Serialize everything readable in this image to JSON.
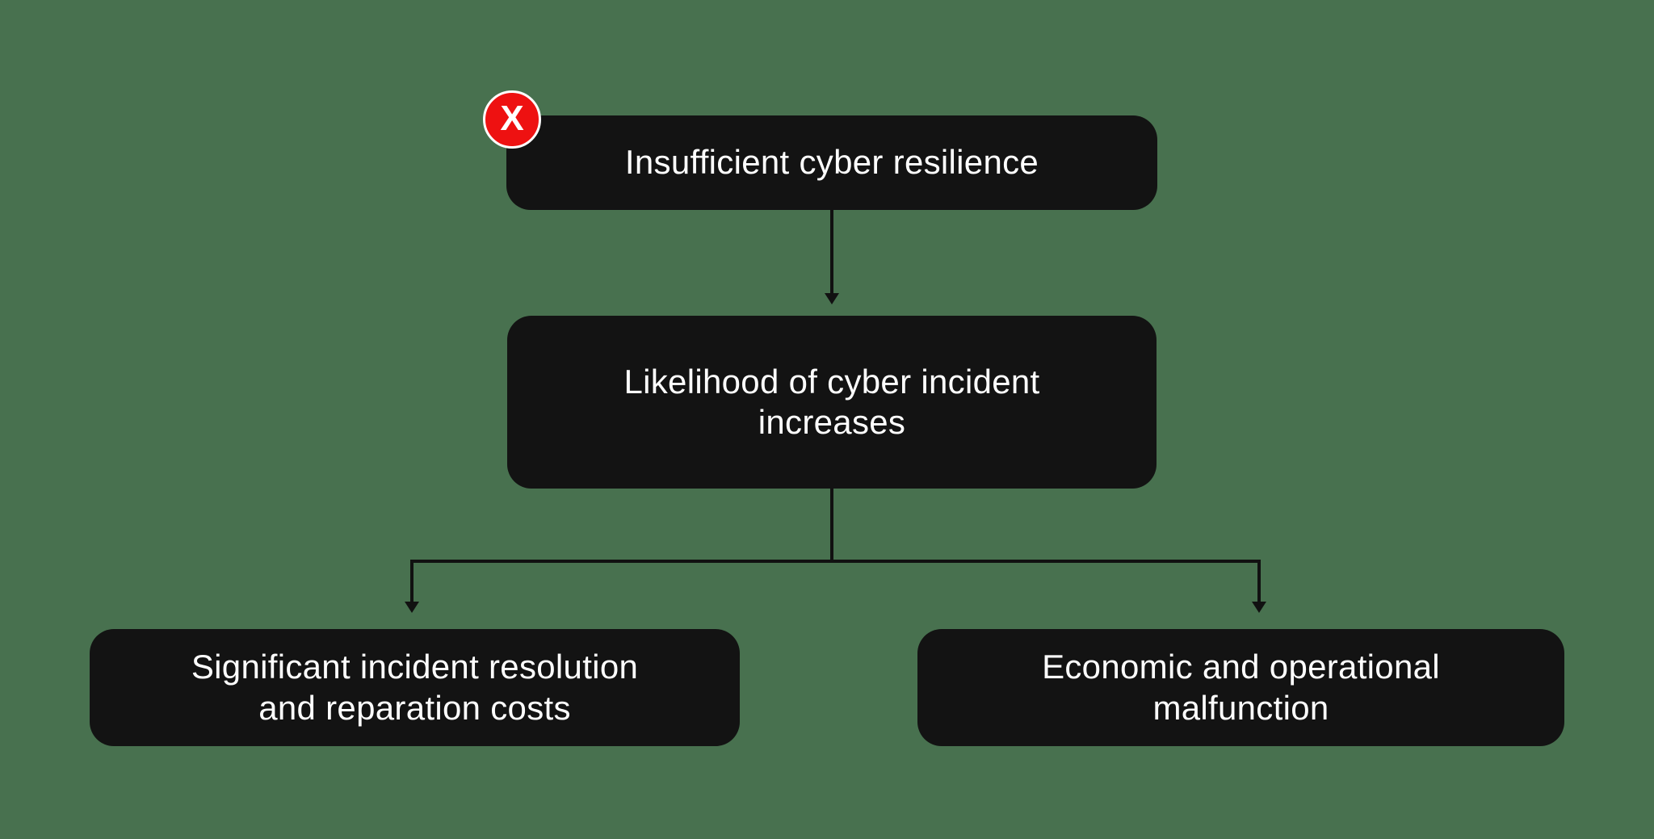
{
  "colors": {
    "background": "#48714F",
    "node_fill": "#131313",
    "node_text": "#FFFFFF",
    "connector": "#111111",
    "badge_fill": "#EE1111",
    "badge_ring": "#FFFFFF",
    "badge_text": "#FFFFFF"
  },
  "diagram": {
    "badge": {
      "label": "X"
    },
    "nodes": {
      "root": {
        "label": "Insufficient cyber resilience"
      },
      "middle": {
        "label": [
          "Likelihood of cyber incident",
          "increases"
        ]
      },
      "bottom_left": {
        "label": [
          "Significant incident resolution",
          "and reparation costs"
        ]
      },
      "bottom_right": {
        "label": [
          "Economic and operational",
          "malfunction"
        ]
      }
    }
  }
}
